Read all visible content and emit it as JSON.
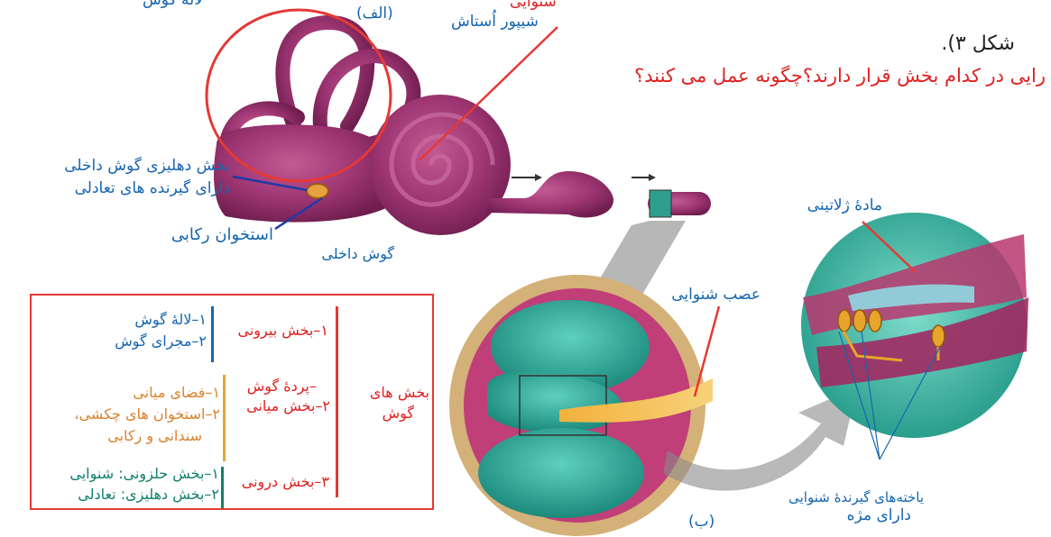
{
  "top": {
    "ear_lobe_label": "لالهٔ گوش",
    "fig_a_label": "(الف)",
    "auditory_label": "شنوایی",
    "eustachian_label": "شیپور اُستاش"
  },
  "text_lines": {
    "line1": "شکل ۳).",
    "line2": "رایی در کدام بخش قرار دارند؟چگونه عمل می کنند؟"
  },
  "labels": {
    "vestibular_line1": "بخش دهلیزی گوش داخلی",
    "vestibular_line2": "دارای گیرنده های تعادلی",
    "stapes": "استخوان رکابی",
    "inner_ear": "گوش داخلی",
    "gelatinous": "مادهٔ ژلاتینی",
    "auditory_nerve": "عصب شنوایی",
    "receptor_cells_line1": "یاخته‌های گیرندهٔ شنوایی",
    "receptor_cells_line2": "دارای مژه",
    "fig_b_label": "(ب)"
  },
  "table": {
    "root_line1": "بخش های",
    "root_line2": "گوش",
    "outer_section": "۱–بخش بیرونی",
    "outer_items": [
      "۱–لالهٔ گوش",
      "۲–مجرای گوش"
    ],
    "middle_section_line1": "–پردهٔ گوش",
    "middle_section_line2": "۲–بخش میانی",
    "middle_items": [
      "۱–فضای میانی",
      "۲–استخوان های چکشی،",
      "سندانی و رکابی"
    ],
    "inner_section": "۳–بخش درونی",
    "inner_items": [
      "۱–بخش حلزونی: شنوایی",
      "۲–بخش دهلیزی: تعادلی"
    ]
  },
  "colors": {
    "red": "#e53935",
    "blue": "#1565b0",
    "orange": "#d9822b",
    "teal": "#12806e",
    "cochlea_purple": "#8e2a64",
    "canal_teal": "#1f9a8a"
  }
}
